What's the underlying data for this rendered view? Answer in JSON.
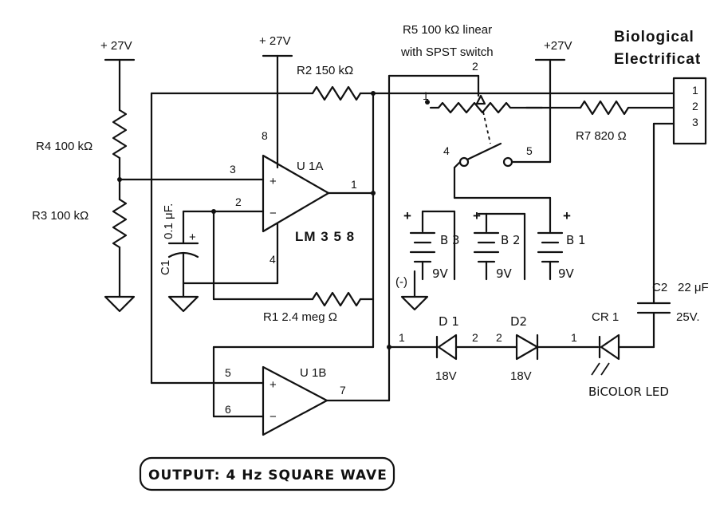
{
  "supplies": {
    "left": "+ 27V",
    "center": "+ 27V",
    "right": "+27V"
  },
  "resistors": {
    "r4": "R4 100 kΩ",
    "r3": "R3  100 kΩ",
    "r2": "R2  150 kΩ",
    "r1": "R1  2.4 meg Ω",
    "r7": "R7  820 Ω",
    "r5_line1": "R5  100 kΩ linear",
    "r5_line2": "with SPST switch"
  },
  "capacitors": {
    "c1_name": "C1",
    "c1_value": "0.1 μF.",
    "c1_plus": "+",
    "c2_name": "C2",
    "c2_value": "22 μF",
    "c2_voltage": "25V."
  },
  "opamps": {
    "u1a": "U 1A",
    "u1b": "U 1B",
    "part": "LM 3 5 8",
    "plus": "+",
    "minus": "−"
  },
  "pins": {
    "u1a_in_plus": "3",
    "u1a_in_minus": "2",
    "u1a_out": "1",
    "u1a_vcc": "8",
    "u1a_gnd": "4",
    "u1b_in_plus": "5",
    "u1b_in_minus": "6",
    "u1b_out": "7",
    "r5_wiper": "2",
    "r5_end": "1",
    "sw_a": "4",
    "sw_b": "5",
    "conn_1": "1",
    "conn_2": "2",
    "conn_3": "3",
    "d1_anode": "1",
    "d1_cathode": "2",
    "d2_cathode": "2",
    "d2_anode": "1"
  },
  "batteries": {
    "b3": "B 3",
    "b2": "B 2",
    "b1": "B 1",
    "voltage": "9V",
    "plus": "+",
    "neg": "(-)"
  },
  "diodes": {
    "d1_name": "D 1",
    "d1_value": "18V",
    "d2_name": "D2",
    "d2_value": "18V",
    "cr1_name": "CR 1",
    "cr1_desc": "BiCOLOR LED"
  },
  "title": {
    "line1": "Biological",
    "line2": "Electrificat"
  },
  "output_label": "OUTPUT:  4 Hz SQUARE WAVE"
}
